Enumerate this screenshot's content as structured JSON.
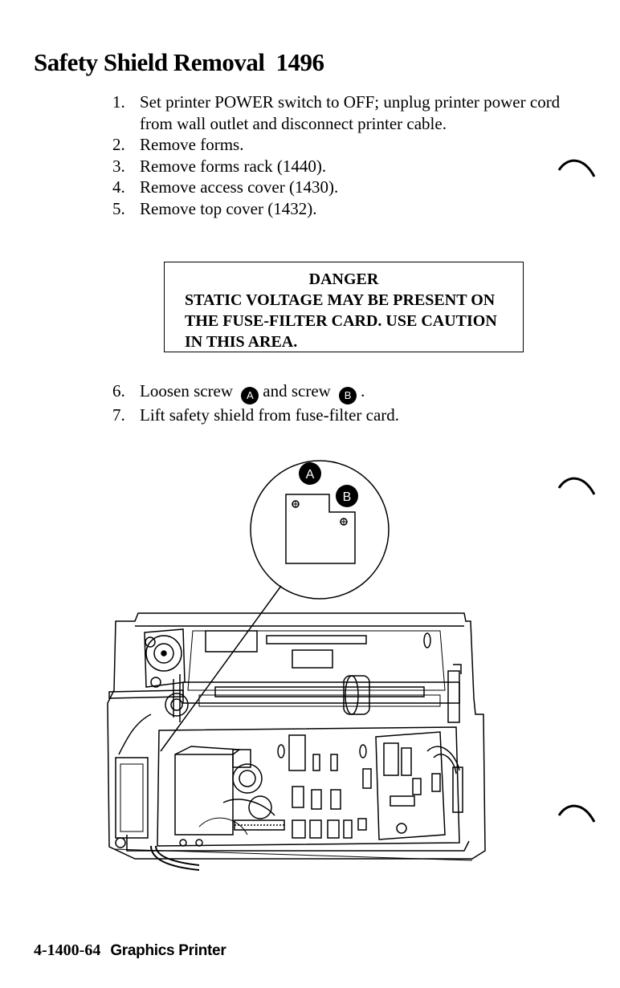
{
  "header": {
    "title": "Safety Shield Removal",
    "section_number": "1496"
  },
  "steps_before": [
    {
      "num": "1.",
      "text": "Set printer POWER switch to OFF; unplug printer power cord from wall outlet and disconnect printer cable."
    },
    {
      "num": "2.",
      "text": "Remove forms."
    },
    {
      "num": "3.",
      "text": "Remove forms rack (1440)."
    },
    {
      "num": "4.",
      "text": "Remove access cover (1430)."
    },
    {
      "num": "5.",
      "text": "Remove top cover (1432)."
    }
  ],
  "danger": {
    "heading": "DANGER",
    "text": "STATIC VOLTAGE MAY BE PRESENT ON THE FUSE-FILTER CARD. USE CAUTION IN THIS AREA."
  },
  "step6": {
    "num": "6.",
    "pre": "Loosen screw",
    "badge_a": "A",
    "mid": "and screw",
    "badge_b": "B",
    "post": "."
  },
  "step7": {
    "num": "7.",
    "text": "Lift safety shield from fuse-filter card."
  },
  "figure": {
    "callout_a": "A",
    "callout_b": "B"
  },
  "footer": {
    "page_ref": "4-1400-64",
    "doc_name": "Graphics Printer"
  },
  "icons": {
    "margin_marks": [
      "binder-arc-icon",
      "binder-arc-icon",
      "binder-arc-icon"
    ]
  }
}
